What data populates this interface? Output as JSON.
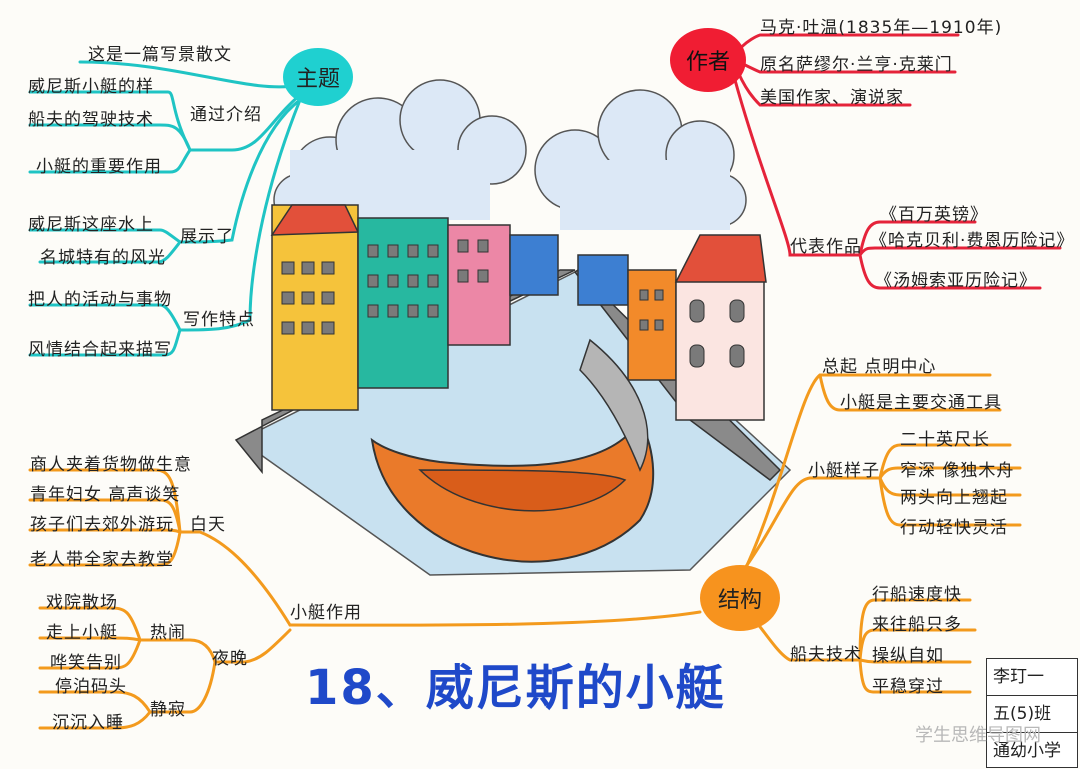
{
  "title": "18、威尼斯的小艇",
  "colors": {
    "theme": "#1fc4c4",
    "author": "#e5233a",
    "structure": "#f39a1d",
    "title": "#1f49c9"
  },
  "theme": {
    "hub": "主题",
    "summary": "这是一篇写景散文",
    "group1_label": "通过介绍",
    "group1_items": [
      "威尼斯小艇的样",
      "船夫的驾驶技术",
      "小艇的重要作用"
    ],
    "group2_label": "展示了",
    "group2_items": [
      "威尼斯这座水上",
      "名城特有的风光"
    ],
    "group3_label": "写作特点",
    "group3_items": [
      "把人的活动与事物",
      "风情结合起来描写"
    ]
  },
  "author": {
    "hub": "作者",
    "lines": [
      "马克·吐温(1835年—1910年)",
      "原名萨缪尔·兰亨·克莱门",
      "美国作家、演说家"
    ],
    "works_label": "代表作品",
    "works": [
      "《百万英镑》",
      "《哈克贝利·费恩历险记》",
      "《汤姆索亚历险记》"
    ]
  },
  "structure": {
    "hub": "结构",
    "intro": "总起 点明中心",
    "intro_detail": "小艇是主要交通工具",
    "boat_label": "小艇样子",
    "boat_items": [
      "二十英尺长",
      "窄深 像独木舟",
      "两头向上翘起",
      "行动轻快灵活"
    ],
    "tech_label": "船夫技术",
    "tech_items": [
      "行船速度快",
      "来往船只多",
      "操纵自如",
      "平稳穿过"
    ]
  },
  "usage": {
    "label": "小艇作用",
    "day_label": "白天",
    "day_items": [
      "商人夹着货物做生意",
      "青年妇女 高声谈笑",
      "孩子们去郊外游玩",
      "老人带全家去教堂"
    ],
    "night_busy_label": "热闹",
    "night_busy_items": [
      "戏院散场",
      "走上小艇",
      "哗笑告别"
    ],
    "night_label": "夜晚",
    "night_quiet_label": "静寂",
    "night_quiet_items": [
      "停泊码头",
      "沉沉入睡"
    ]
  },
  "name_box": [
    "李玎一",
    "五(5)班",
    "通幼小学"
  ],
  "watermark": "学生思维导图网"
}
